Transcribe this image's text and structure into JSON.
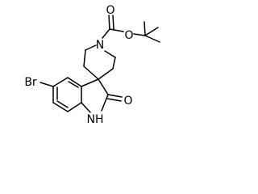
{
  "structure": {
    "atom_labels": {
      "n_piperidine": "N",
      "o_carbonyl_ester": "O",
      "o_ester": "O",
      "br": "Br",
      "o_lactam": "O",
      "nh": "NH"
    },
    "colors": {
      "bond": "#000000",
      "label": "#000000",
      "background": "#ffffff"
    }
  }
}
